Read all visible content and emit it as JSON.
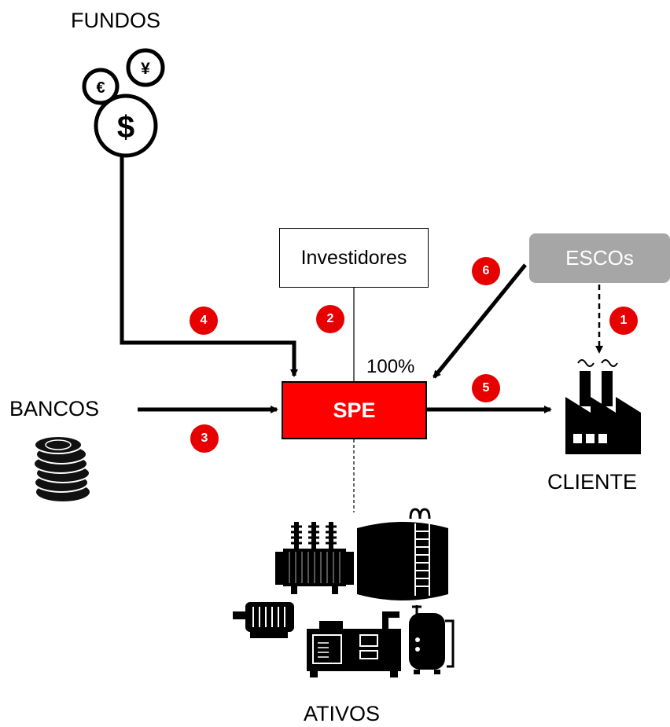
{
  "labels": {
    "fundos": "FUNDOS",
    "bancos": "BANCOS",
    "cliente": "CLIENTE",
    "ativos": "ATIVOS",
    "investidores": "Investidores",
    "escos": "ESCOs",
    "spe": "SPE",
    "percent": "100%"
  },
  "steps": [
    "1",
    "2",
    "3",
    "4",
    "5",
    "6"
  ],
  "icon_glyphs": {
    "dollar": "$",
    "euro": "€",
    "yen": "¥"
  },
  "colors": {
    "spe_fill": "#ff0000",
    "badge_fill": "#e60000",
    "escos_fill": "#a6a6a6",
    "line": "#000000"
  }
}
